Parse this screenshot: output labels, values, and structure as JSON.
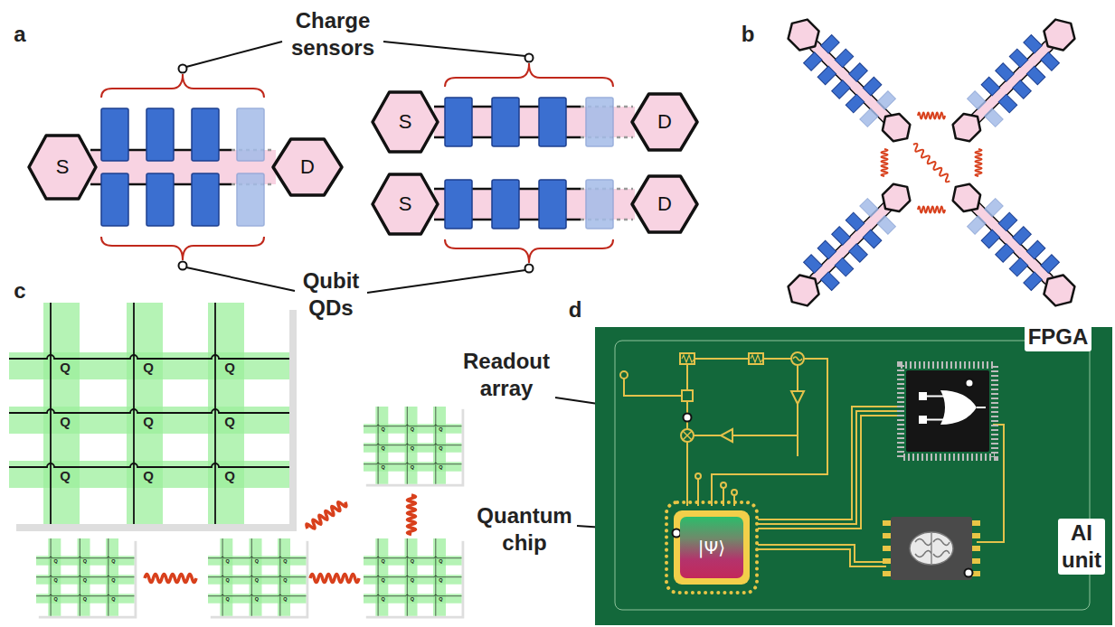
{
  "diagram": {
    "nodes": [
      {
        "text": [
          "S"
        ]
      },
      {
        "text": [
          "D"
        ]
      },
      {
        "text": [
          "S"
        ]
      },
      {
        "text": [
          "D"
        ]
      },
      {
        "text": [
          "S"
        ]
      },
      {
        "text": [
          "D"
        ]
      },
      {
        "text": [
          "|Ψ⟩"
        ]
      }
    ],
    "labels": [
      "a",
      "Charge sensors",
      "b",
      "Qubit QDs",
      "c",
      "Q",
      "Q",
      "Q",
      "Q",
      "Q",
      "Q",
      "Q",
      "Q",
      "Q",
      "Q",
      "Q",
      "Q",
      "Q",
      "Q",
      "Q",
      "Q",
      "Q",
      "Q",
      "Q",
      "Q",
      "Q",
      "Q",
      "Q",
      "Q",
      "Q",
      "Q",
      "Q",
      "Q",
      "Q",
      "Q",
      "Q",
      "Q",
      "Q",
      "Q",
      "Q",
      "Q",
      "Q",
      "Q",
      "Q",
      "Q",
      "Q",
      "Q",
      "Q",
      "Q",
      "Q",
      "d",
      "Readout array",
      "FPGA",
      "Quantum chip",
      "AI unit"
    ]
  }
}
